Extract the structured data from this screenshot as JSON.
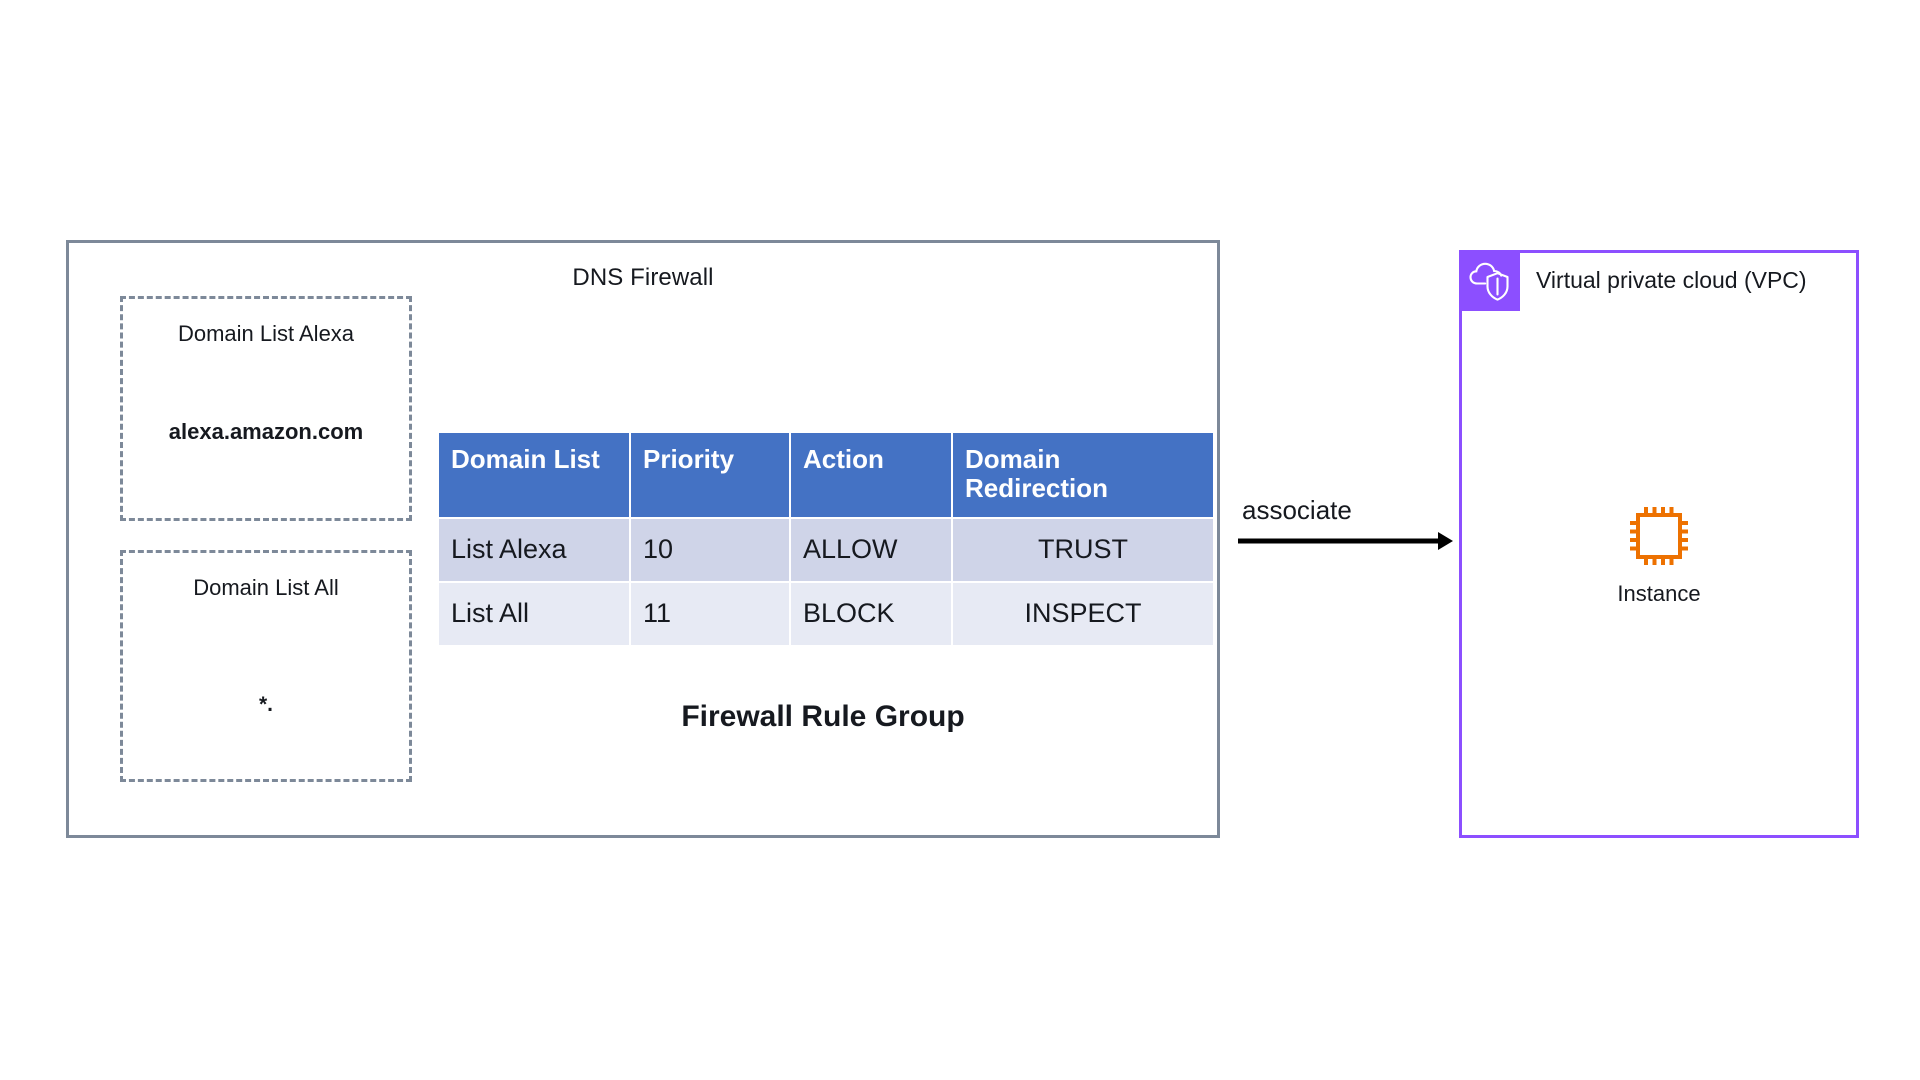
{
  "diagram": {
    "firewall": {
      "title": "DNS Firewall",
      "rule_group_label": "Firewall Rule Group",
      "border_color": "#7d8999",
      "domain_lists": [
        {
          "title": "Domain List Alexa",
          "entry": "alexa.amazon.com"
        },
        {
          "title": "Domain List All",
          "entry": "*."
        }
      ],
      "rules_table": {
        "header_color": "#4472c4",
        "row_colors": [
          "#cfd4e8",
          "#e7eaf4"
        ],
        "columns": [
          "Domain List",
          "Priority",
          "Action",
          "Domain Redirection"
        ],
        "rows": [
          {
            "domain_list": "List Alexa",
            "priority": "10",
            "action": "ALLOW",
            "domain_redirection": "TRUST"
          },
          {
            "domain_list": "List All",
            "priority": "11",
            "action": "BLOCK",
            "domain_redirection": "INSPECT"
          }
        ]
      }
    },
    "connector": {
      "label": "associate",
      "icon": "arrow-right-icon",
      "color": "#000000"
    },
    "vpc": {
      "title": "Virtual private cloud (VPC)",
      "accent_color": "#8c4fff",
      "icon": "vpc-cloud-shield-icon",
      "resources": [
        {
          "label": "Instance",
          "icon": "ec2-instance-icon",
          "color": "#ed7100"
        }
      ]
    }
  }
}
